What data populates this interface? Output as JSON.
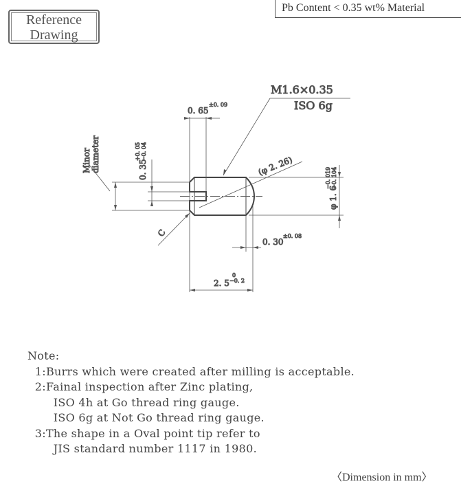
{
  "badge": {
    "line1": "Reference",
    "line2": "Drawing"
  },
  "material": "Pb Content < 0.35 wt% Material",
  "drawing": {
    "thread_spec": "M1.6×0.35",
    "thread_class": "ISO 6g",
    "slot_width": "0. 65",
    "slot_width_tol": "±0. 09",
    "slot_depth": "0. 35",
    "slot_depth_tol_upper": "+0. 05",
    "slot_depth_tol_lower": "−0. 04",
    "minor_label_1": "Minor",
    "minor_label_2": "diameter",
    "tip_diameter": "(φ 2. 26)",
    "outer_diameter": "φ 1. 6",
    "outer_diameter_tol_upper": "−0. 019",
    "outer_diameter_tol_lower": "−0. 104",
    "chamfer": "C",
    "tip_length": "0. 30",
    "tip_length_tol": "±0. 08",
    "length": "2. 5",
    "length_tol_upper": "0",
    "length_tol_lower": "−0. 2"
  },
  "notes": {
    "title": "Note:",
    "lines": [
      "  1:Burrs which were created after milling is acceptable.",
      "  2:Fainal inspection after Zinc plating,",
      "       ISO 4h at Go thread ring gauge.",
      "       ISO 6g at Not Go thread ring gauge.",
      "  3:The shape in a Oval point tip refer to",
      "       JIS standard number 1117 in 1980."
    ]
  },
  "units": "〈Dimension in mm〉"
}
